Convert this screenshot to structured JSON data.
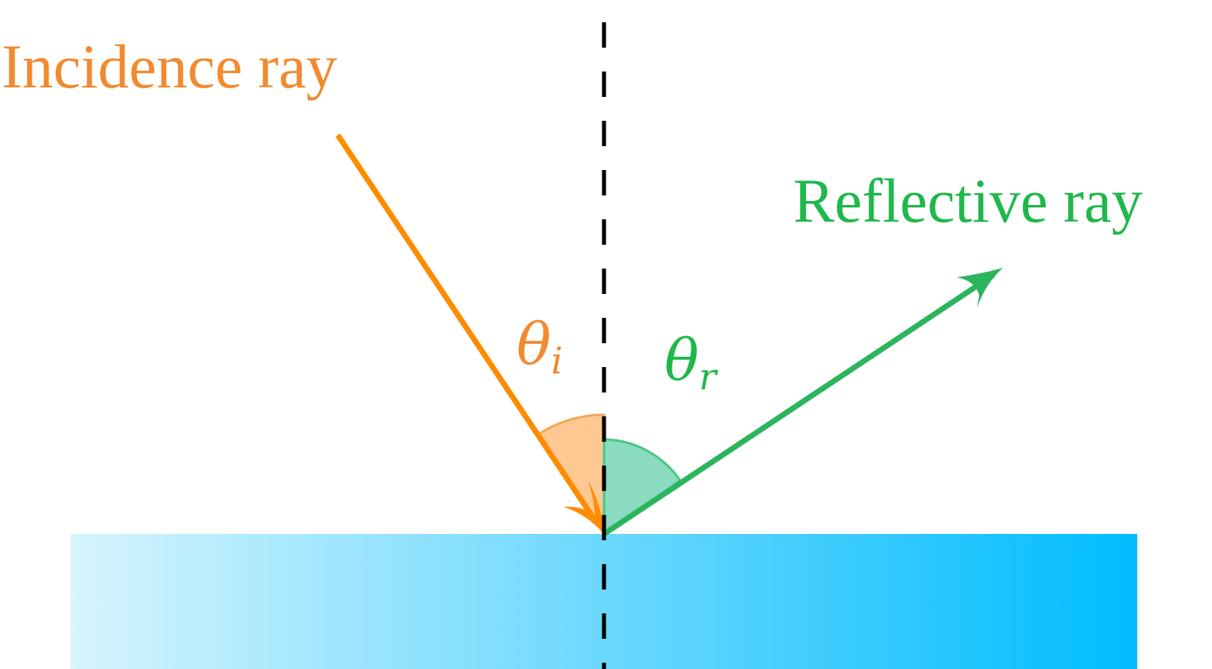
{
  "labels": {
    "incidence": "Incidence ray",
    "reflective": "Reflective ray",
    "theta_i_symbol": "θ",
    "theta_i_sub": "i",
    "theta_r_symbol": "θ",
    "theta_r_sub": "r"
  },
  "colors": {
    "incidence": "#f28a30",
    "incidence_ray": "#ff8c00",
    "incidence_arc_fill": "#fdc892",
    "reflective": "#1fb84a",
    "reflective_ray": "#2db55d",
    "reflective_arc_fill": "#8bdbc0",
    "normal": "#000000",
    "surface_start": "#d6f4fd",
    "surface_end": "#00bcff"
  }
}
